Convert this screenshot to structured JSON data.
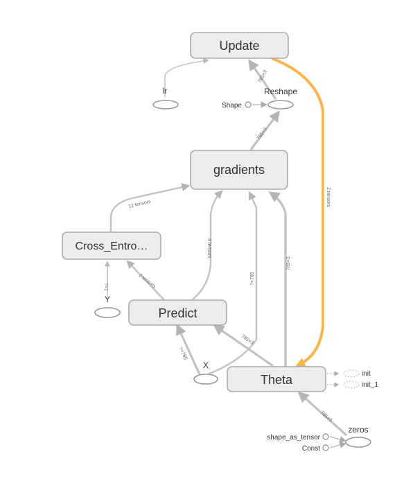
{
  "nodes": {
    "update": "Update",
    "gradients": "gradients",
    "cross_entropy": "Cross_Entro…",
    "predict": "Predict",
    "theta": "Theta",
    "lr": "lr",
    "reshape": "Reshape",
    "shape": "Shape",
    "y": "Y",
    "x": "X",
    "zeros": "zeros",
    "shape_as_tensor": "shape_as_tensor",
    "const": "Const",
    "init": "init",
    "init_1": "init_1"
  },
  "edge_labels": {
    "reshape_update": "785×3",
    "gradients_reshape": "785×3",
    "theta_update": "2 tensors",
    "cross_gradients": "12 tensors",
    "predict_gradients": "4 tensors",
    "x_gradients": "?×785",
    "theta_gradients": "785×3",
    "predict_cross": "2 tensors",
    "y_cross": "?×1",
    "x_predict": "?×785",
    "theta_predict": "785×3",
    "zeros_theta": "785×3"
  },
  "colors": {
    "node_fill": "#ececec",
    "node_stroke": "#aaaaaa",
    "edge": "#c2c2c2",
    "reference_edge": "#f9b54a"
  }
}
